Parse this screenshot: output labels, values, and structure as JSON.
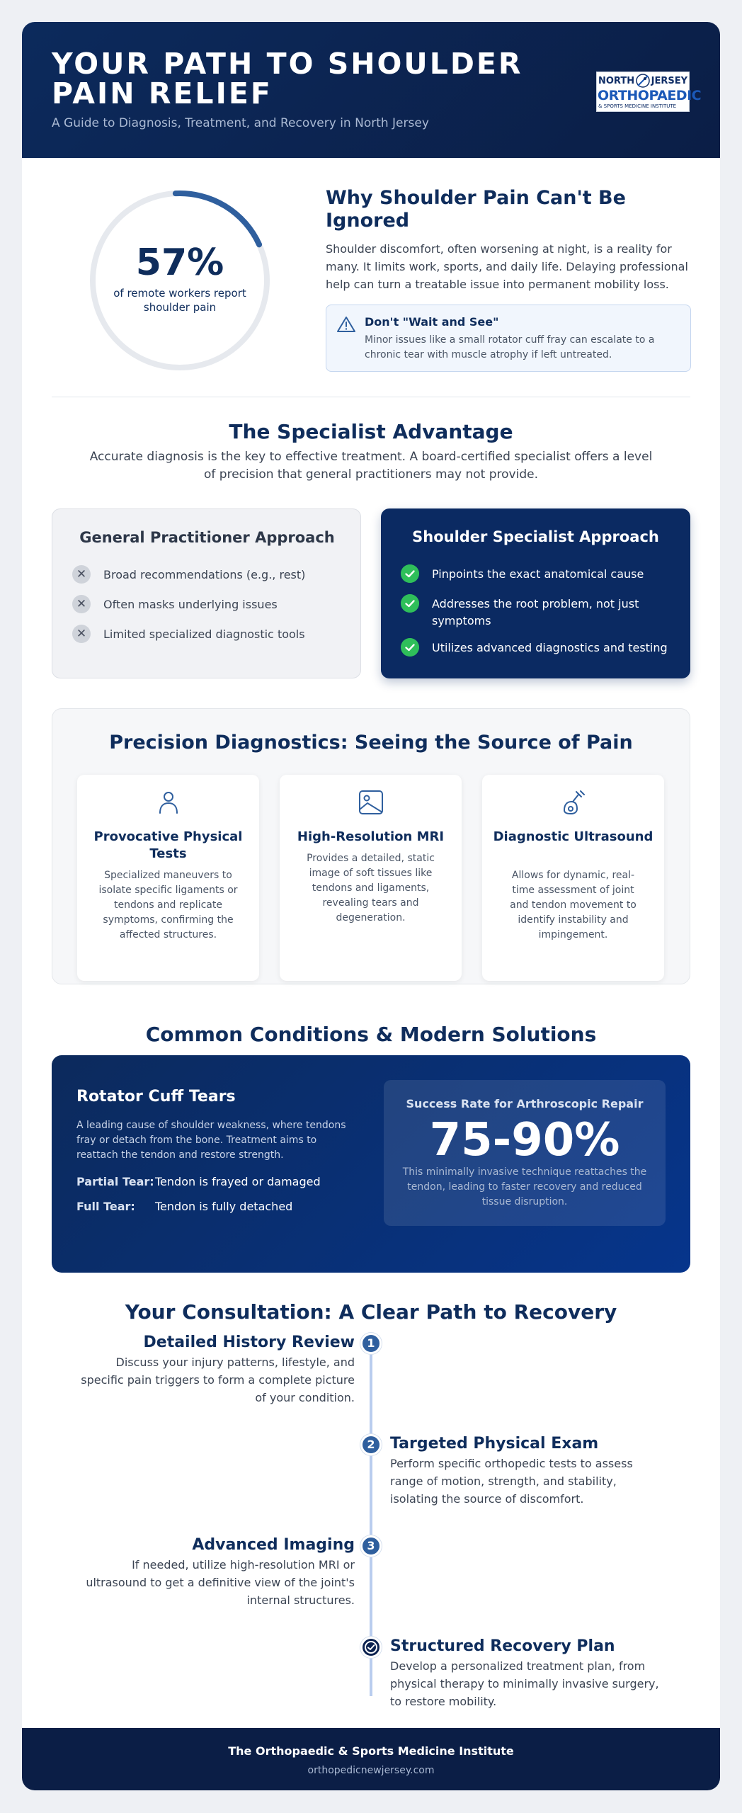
{
  "header": {
    "title": "Your Path to Shoulder Pain Relief",
    "subtitle": "A Guide to Diagnosis, Treatment, and Recovery in North Jersey",
    "logo": {
      "line1_left": "NORTH",
      "line1_right": "JERSEY",
      "line2": "ORTHOPAEDIC",
      "line3": "& SPORTS MEDICINE INSTITUTE"
    }
  },
  "stat": {
    "value": "57%",
    "percent": 57,
    "caption": "of remote workers report shoulder pain",
    "ring_color": "#2f5f9e",
    "track_color": "#e6e9ee"
  },
  "why": {
    "title": "Why Shoulder Pain Can't Be Ignored",
    "body": "Shoulder discomfort, often worsening at night, is a reality for many. It limits work, sports, and daily life. Delaying professional help can turn a treatable issue into permanent mobility loss.",
    "callout": {
      "icon": "warning-icon",
      "title": "Don't \"Wait and See\"",
      "body": "Minor issues like a small rotator cuff fray can escalate to a chronic tear with muscle atrophy if left untreated."
    }
  },
  "specialist": {
    "title": "The Specialist Advantage",
    "subtitle": "Accurate diagnosis is the key to effective treatment. A board-certified specialist offers a level of precision that general practitioners may not provide.",
    "gp": {
      "title": "General Practitioner Approach",
      "items": [
        "Broad recommendations (e.g., rest)",
        "Often masks underlying issues",
        "Limited specialized diagnostic tools"
      ]
    },
    "sp": {
      "title": "Shoulder Specialist Approach",
      "items": [
        "Pinpoints the exact anatomical cause",
        "Addresses the root problem, not just symptoms",
        "Utilizes advanced diagnostics and testing"
      ]
    }
  },
  "diagnostics": {
    "title": "Precision Diagnostics: Seeing the Source of Pain",
    "cards": [
      {
        "icon": "person-icon",
        "title": "Provocative Physical Tests",
        "body": "Specialized maneuvers to isolate specific ligaments or tendons and replicate symptoms, confirming the affected structures."
      },
      {
        "icon": "image-icon",
        "title": "High-Resolution MRI",
        "body": "Provides a detailed, static image of soft tissues like tendons and ligaments, revealing tears and degeneration."
      },
      {
        "icon": "ultrasound-probe-icon",
        "title": "Diagnostic Ultrasound",
        "body": "Allows for dynamic, real-time assessment of joint and tendon movement to identify instability and impingement."
      }
    ]
  },
  "conditions": {
    "title": "Common Conditions & Modern Solutions",
    "card": {
      "title": "Rotator Cuff Tears",
      "body": "A leading cause of shoulder weakness, where tendons fray or detach from the bone. Treatment aims to reattach the tendon and restore strength.",
      "rows": [
        {
          "label": "Partial Tear:",
          "value": "Tendon is frayed or damaged"
        },
        {
          "label": "Full Tear:",
          "value": "Tendon is fully detached"
        }
      ],
      "rate": {
        "label": "Success Rate for Arthroscopic Repair",
        "value": "75-90%",
        "desc": "This minimally invasive technique reattaches the tendon, leading to faster recovery and reduced tissue disruption."
      }
    }
  },
  "consultation": {
    "title": "Your Consultation: A Clear Path to Recovery",
    "steps": [
      {
        "marker": "1",
        "title": "Detailed History Review",
        "body": "Discuss your injury patterns, lifestyle, and specific pain triggers to form a complete picture of your condition."
      },
      {
        "marker": "2",
        "title": "Targeted Physical Exam",
        "body": "Perform specific orthopedic tests to assess range of motion, strength, and stability, isolating the source of discomfort."
      },
      {
        "marker": "3",
        "title": "Advanced Imaging",
        "body": "If needed, utilize high-resolution MRI or ultrasound to get a definitive view of the joint's internal structures."
      },
      {
        "marker": "check-icon",
        "title": "Structured Recovery Plan",
        "body": "Develop a personalized treatment plan, from physical therapy to minimally invasive surgery, to restore mobility."
      }
    ]
  },
  "footer": {
    "org": "The Orthopaedic & Sports Medicine Institute",
    "url": "orthopedicnewjersey.com"
  },
  "colors": {
    "navy": "#0c2a5c",
    "accent": "#2f5f9e",
    "success": "#2fbf5a"
  }
}
